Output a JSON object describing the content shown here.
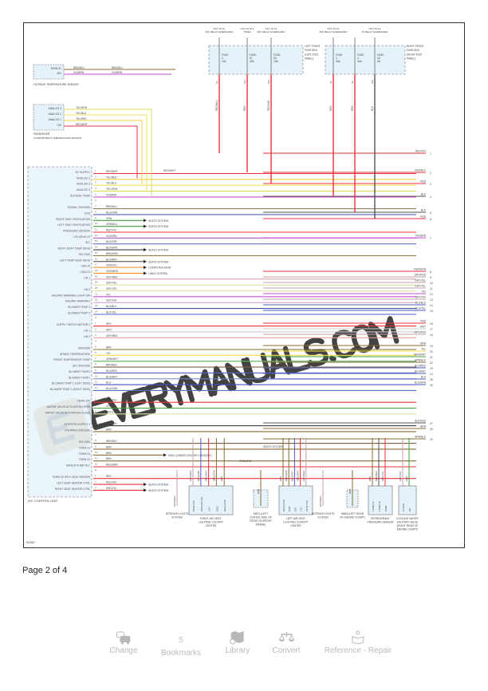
{
  "diagram": {
    "code": "516387",
    "fuse_boxes": [
      {
        "label": "LEFT FRONT FUSE BOX (LEFT KICK PANEL)",
        "fuses": [
          {
            "feed": "HOT IN KL 30F RELAY ENERGIZED",
            "name": "FUSE",
            "number": "5",
            "rating": "10A",
            "wire": "RED/BLU",
            "pin": "3A"
          },
          {
            "feed": "HOT AT ALL TIMES",
            "name": "FUSE",
            "number": "57",
            "rating": "40A",
            "wire": "RED",
            "pin": "57A"
          },
          {
            "feed": "HOT IN KL 30F RELAY ENERGIZED",
            "name": "FUSE",
            "number": "53",
            "rating": "10A",
            "wire": "RED/VIO",
            "pin": "53A"
          }
        ]
      },
      {
        "label": "RIGHT FRONT FUSE BOX (RIGHT KICK PANEL)",
        "fuses": [
          {
            "feed": "HOT IN KL 30F RELAY ENERGIZED",
            "name": "FUSE",
            "number": "3",
            "rating": "30A",
            "wire": "RED",
            "pin": "3A"
          },
          {
            "feed": "",
            "name": "FUSE",
            "number": "4",
            "rating": "30A",
            "wire": "RED",
            "pin": "4A"
          },
          {
            "feed": "HOT IN KL 15 RELAY ENERGIZED",
            "name": "FUSE",
            "number": "18",
            "rating": "5A",
            "wire": "BLK",
            "pin": "18A"
          }
        ]
      }
    ],
    "outside_sensor": {
      "label": "OUTSIDE TEMPERATURE SENSOR",
      "pins": [
        "TERM 31",
        "SIG"
      ],
      "wires": [
        "BRN/BLU",
        "VIO/BRN"
      ],
      "far_wires": [
        "BRN/BLU",
        "VIO/BRN"
      ]
    },
    "passenger_sensor": {
      "label": "PASSENGER COMPARTMENT TEMPERATURE SENSOR",
      "pins": [
        "ANALOG 3",
        "ANALOG 2",
        "ANALOG 1",
        "+5V"
      ],
      "wires": [
        "YEL/GRN",
        "YEL/BLU",
        "YEL/RED",
        "RED/WHT"
      ]
    },
    "control_unit_label": "A/C CONTROL UNIT",
    "splice_label": "RED/WHT",
    "rows": [
      {
        "pin": "1",
        "label": "5V SUPPLY",
        "wire": "RED/WHT",
        "color": "#e8323c"
      },
      {
        "pin": "2",
        "label": "ANALOG 1",
        "wire": "YEL/RED",
        "color": "#f0d23c"
      },
      {
        "pin": "3",
        "label": "ANALOG 2",
        "wire": "YEL/BLU",
        "color": "#f0e060"
      },
      {
        "pin": "4",
        "label": "ANALOG 3",
        "wire": "YEL/GRN",
        "color": "#d8e050"
      },
      {
        "pin": "5",
        "label": "OUTSIDE TEMP",
        "wire": "VIO/BRN",
        "color": "#d050d0"
      },
      {
        "pin": "6",
        "label": "",
        "wire": "",
        "color": ""
      },
      {
        "pin": "7",
        "label": "SIGNAL GROUND",
        "wire": "BRN/BLU",
        "color": "#9a8060"
      },
      {
        "pin": "8",
        "label": "EXS",
        "wire": "BLU/GRN",
        "color": "#5060c8"
      },
      {
        "pin": "9",
        "label": "RIGHT SEAT VENTILATION",
        "wire": "GRN",
        "color": "#40a040",
        "to": "SEATS SYSTEM"
      },
      {
        "pin": "10",
        "label": "LEFT SEAT VENTILATION",
        "wire": "GRN/BLU",
        "color": "#40a040",
        "to": "SEATS SYSTEM"
      },
      {
        "pin": "11",
        "label": "PRESSURE SENSOR",
        "wire": "RED/VIO",
        "color": "#e8323c"
      },
      {
        "pin": "12",
        "label": "LIN VEHICLE",
        "wire": "VIO/GRN",
        "color": "#c050d0"
      },
      {
        "pin": "13",
        "label": "SIG",
        "wire": "BLU/GRY",
        "color": "#6070c8"
      },
      {
        "pin": "14",
        "label": "RIGHT SEAT TEMP SENS",
        "wire": "BLK/GRN",
        "color": "#404040",
        "to": "SEATS SYSTEM"
      },
      {
        "pin": "15",
        "label": "SIG GND",
        "wire": "BRN/GRN",
        "color": "#8a8040"
      },
      {
        "pin": "16",
        "label": "LEFT TEMP SEAT SENS",
        "wire": "BLK/WHT",
        "color": "#404040",
        "to": "SEATS SYSTEM"
      },
      {
        "pin": "17",
        "label": "CAN HI",
        "wire": "ORG/VIO",
        "color": "#f09030",
        "to": "COMPUTER DATA"
      },
      {
        "pin": "18",
        "label": "CAN LO",
        "wire": "ORG/BRN",
        "color": "#f09030",
        "to": "LINES SYSTEM"
      },
      {
        "pin": "19",
        "label": "LIN 1",
        "wire": "GRY/RED",
        "color": "#e0a0a8"
      },
      {
        "pin": "20",
        "label": "",
        "wire": "GRY/YEL",
        "color": "#e0e0a0"
      },
      {
        "pin": "20",
        "label": "LIN 2",
        "wire": "GRY/YEL",
        "color": "#e0e0a0"
      },
      {
        "pin": "21",
        "label": "HAZARD WARNING LIGHT SW",
        "wire": "VIO",
        "color": "#c050d0"
      },
      {
        "pin": "22",
        "label": "HAZARD WARNING",
        "wire": "GRY/VIO",
        "color": "#d0a0d8"
      },
      {
        "pin": "23",
        "label": "BLOWER TEMP 4",
        "wire": "BLU/BLK",
        "color": "#4050b0"
      },
      {
        "pin": "24",
        "label": "BLOWER TEMP 3",
        "wire": "BLU/YEL",
        "color": "#6070d0"
      },
      {
        "pin": "A",
        "label": "",
        "wire": "",
        "color": ""
      },
      {
        "pin": "1",
        "label": "SUPPLY SERVO MOTOR 1",
        "wire": "RED",
        "color": "#e8323c"
      },
      {
        "pin": "2",
        "label": "LIN 1",
        "wire": "WHT",
        "color": "#cccccc"
      },
      {
        "pin": "3",
        "label": "LIN 2",
        "wire": "GRY/RED",
        "color": "#e0a0a8"
      },
      {
        "pin": "4",
        "label": "",
        "wire": "",
        "color": ""
      },
      {
        "pin": "5",
        "label": "GROUND",
        "wire": "BRN",
        "color": "#8a6a30"
      },
      {
        "pin": "6",
        "label": "INTAKE TEMPERATURE",
        "wire": "YEL",
        "color": "#f0e040"
      },
      {
        "pin": "7",
        "label": "FRONT EVAPORATOR TEMP",
        "wire": "GRN/WHT",
        "color": "#60b060"
      },
      {
        "pin": "8",
        "label": "SIG GROUND",
        "wire": "BRN/BLK",
        "color": "#7a6040"
      },
      {
        "pin": "9",
        "label": "BLOWER TEMP2",
        "wire": "BLU/RED",
        "color": "#5060c8"
      },
      {
        "pin": "10",
        "label": "BLOWER TEMP1",
        "wire": "BLU/WHT",
        "color": "#7080d0"
      },
      {
        "pin": "11",
        "label": "BLOWER TEMP 1 (LEFT SIDE)",
        "wire": "BLU",
        "color": "#4050c0"
      },
      {
        "pin": "12",
        "label": "BLOWER TEMP 1 (RIGHT SIDE)",
        "wire": "BLU/GRN",
        "color": "#5070c0"
      },
      {
        "pin": "",
        "label": "",
        "wire": "",
        "color": ""
      },
      {
        "pin": "1",
        "label": "TERM 30F",
        "wire": "RED/BLK",
        "color": "#e8323c"
      },
      {
        "pin": "2",
        "label": "WATER VALVE ACTIVATION OPEN",
        "wire": "GRN",
        "color": "#40a040"
      },
      {
        "pin": "3",
        "label": "WATER VALVE ACTIVATION CLOSE",
        "wire": "GRY/YEL",
        "color": "#e0e0a0"
      },
      {
        "pin": "4",
        "label": "",
        "wire": "",
        "color": ""
      },
      {
        "pin": "5",
        "label": "STEPPER SUPPLY 1",
        "wire": "BLK/RED",
        "color": "#404040"
      },
      {
        "pin": "6",
        "label": "STEPPER GROUND",
        "wire": "BRN",
        "color": "#8a6a30"
      },
      {
        "pin": "7",
        "label": "",
        "wire": "",
        "color": ""
      },
      {
        "pin": "8",
        "label": "SIG GND",
        "wire": "BRN/BLK",
        "color": "#7a6040"
      },
      {
        "pin": "9",
        "label": "TERM 31",
        "wire": "BRN",
        "color": "#8a6a30"
      },
      {
        "pin": "10",
        "label": "TERM 31",
        "wire": "BRN",
        "color": "#8a6a30",
        "to": "M510 (UNDER CENTER CONSOLE)"
      },
      {
        "pin": "11",
        "label": "TERM 31",
        "wire": "BRN",
        "color": "#8a6a30"
      },
      {
        "pin": "12",
        "label": "WATER PUMP RLY",
        "wire": "RED/GRN",
        "color": "#e8323c"
      },
      {
        "pin": "E",
        "label": "",
        "wire": "",
        "color": ""
      },
      {
        "pin": "1",
        "label": "TERM 30 SPLY SEAT HEATER",
        "wire": "RED",
        "color": "#e8323c"
      },
      {
        "pin": "2",
        "label": "LEFT SEAT HEATER CTRL",
        "wire": "RED/VIO",
        "color": "#e8323c",
        "to": "SEATS SYSTEM"
      },
      {
        "pin": "3",
        "label": "RIGHT SEAT HEATER CTRL",
        "wire": "RED/YEL",
        "color": "#e8323c",
        "to": "SEATS SYSTEM"
      }
    ],
    "right_labels": [
      {
        "pin": "1",
        "wire": "RED/VIO"
      },
      {
        "pin": "2",
        "wire": "RED/BLK"
      },
      {
        "pin": "3",
        "wire": "RED"
      },
      {
        "pin": "4",
        "wire": "BLK"
      },
      {
        "pin": "5",
        "wire": "BLK"
      },
      {
        "pin": "6",
        "wire": "RED"
      },
      {
        "pin": "7",
        "wire": "VIO/GRN"
      },
      {
        "pin": "8",
        "wire": "RED/GRN"
      },
      {
        "pin": "9",
        "wire": "GRY/RED"
      },
      {
        "pin": "10",
        "wire": "GRY/YEL"
      },
      {
        "pin": "11",
        "wire": "GRY/YEL"
      },
      {
        "pin": "12",
        "wire": "VIO"
      },
      {
        "pin": "13",
        "wire": "GRY/VIO"
      },
      {
        "pin": "14",
        "wire": "BLU/BLK"
      },
      {
        "pin": "15",
        "wire": "BLU/YEL"
      },
      {
        "pin": "16",
        "wire": "RED"
      },
      {
        "pin": "17",
        "wire": "WHT"
      },
      {
        "pin": "18",
        "wire": "GRY/RED"
      },
      {
        "pin": "19",
        "wire": "BRN"
      },
      {
        "pin": "20",
        "wire": "YEL"
      },
      {
        "pin": "21",
        "wire": "GRN/WHT"
      },
      {
        "pin": "22",
        "wire": "BRN/BLK"
      },
      {
        "pin": "23",
        "wire": "BLU/RED"
      },
      {
        "pin": "24",
        "wire": "BLU/WHT"
      },
      {
        "pin": "25",
        "wire": "BLU"
      },
      {
        "pin": "26",
        "wire": "BLU/GRN"
      },
      {
        "pin": "27",
        "wire": "BLK/RED"
      },
      {
        "pin": "28",
        "wire": "BRN"
      },
      {
        "pin": "29",
        "wire": "BRN/BLK"
      }
    ],
    "bottom_components": [
      {
        "label": "INTERIOR LIGHTS SYSTEM",
        "wire": "GRY/RED"
      },
      {
        "label": "RIGHT AIR VENT LIGHTING COCKPIT CENTER",
        "pins": [
          "POSITIVE",
          "ANALOG SIG",
          "+5V",
          "GND",
          "NEGATIVE"
        ],
        "wires": [
          "GRY/RED",
          "BLU/GRN",
          "RED/WHT",
          "BRN/GRN",
          "BRN"
        ]
      },
      {
        "label": "M874 (LEFT CENTER SIDE OF FRONT SUPPORT FRAME)",
        "wire": "BRN"
      },
      {
        "label": "LEFT AIR VENT LIGHTING COCKPIT CENTER",
        "pins": [
          "NEGATIVE",
          "GND",
          "SIG",
          "+5V",
          "POSITIVE"
        ],
        "wires": [
          "BRN",
          "BRN/GRN",
          "BLU/GRY",
          "RED/WHT",
          "GRY/RED"
        ]
      },
      {
        "label": "INTERIOR LIGHTS SYSTEM",
        "wire": "GRY/RED"
      },
      {
        "label": "M808 (LEFT REAR OF ENGINE COMPT)",
        "wire": "BRN"
      },
      {
        "label": "REFRIGERANT PRESSURE SENSOR",
        "pins": [
          "TERM 31",
          "TERM 15",
          "PWM"
        ],
        "wires": [
          "BRN",
          "BLK/RED",
          "RED/VIO"
        ]
      },
      {
        "label": "COOLING WATER SHUTOFF VALVE (RIGHT REAR OF ENGINE COMPT)",
        "pins": [
          "CLOSE",
          "OP"
        ],
        "wires": [
          "GRY/YEL",
          "GRN"
        ]
      }
    ],
    "seats_system_top": "SEATS SYSTEM",
    "splice_wire": "GRN/GRN",
    "watermark": "EVERYMANUALS.COM"
  },
  "pager": {
    "text": "Page 2 of 4"
  },
  "nav": {
    "items": [
      {
        "label": "Change",
        "icon": "car-swap-icon"
      },
      {
        "label": "Bookmarks",
        "icon": "bookmark-count",
        "count": "5"
      },
      {
        "label": "Library",
        "icon": "map-book-icon"
      },
      {
        "label": "Convert",
        "icon": "scale-icon"
      },
      {
        "label": "Reference - Repair",
        "icon": "book-reader-icon"
      }
    ],
    "color": "#b9b9b9"
  }
}
